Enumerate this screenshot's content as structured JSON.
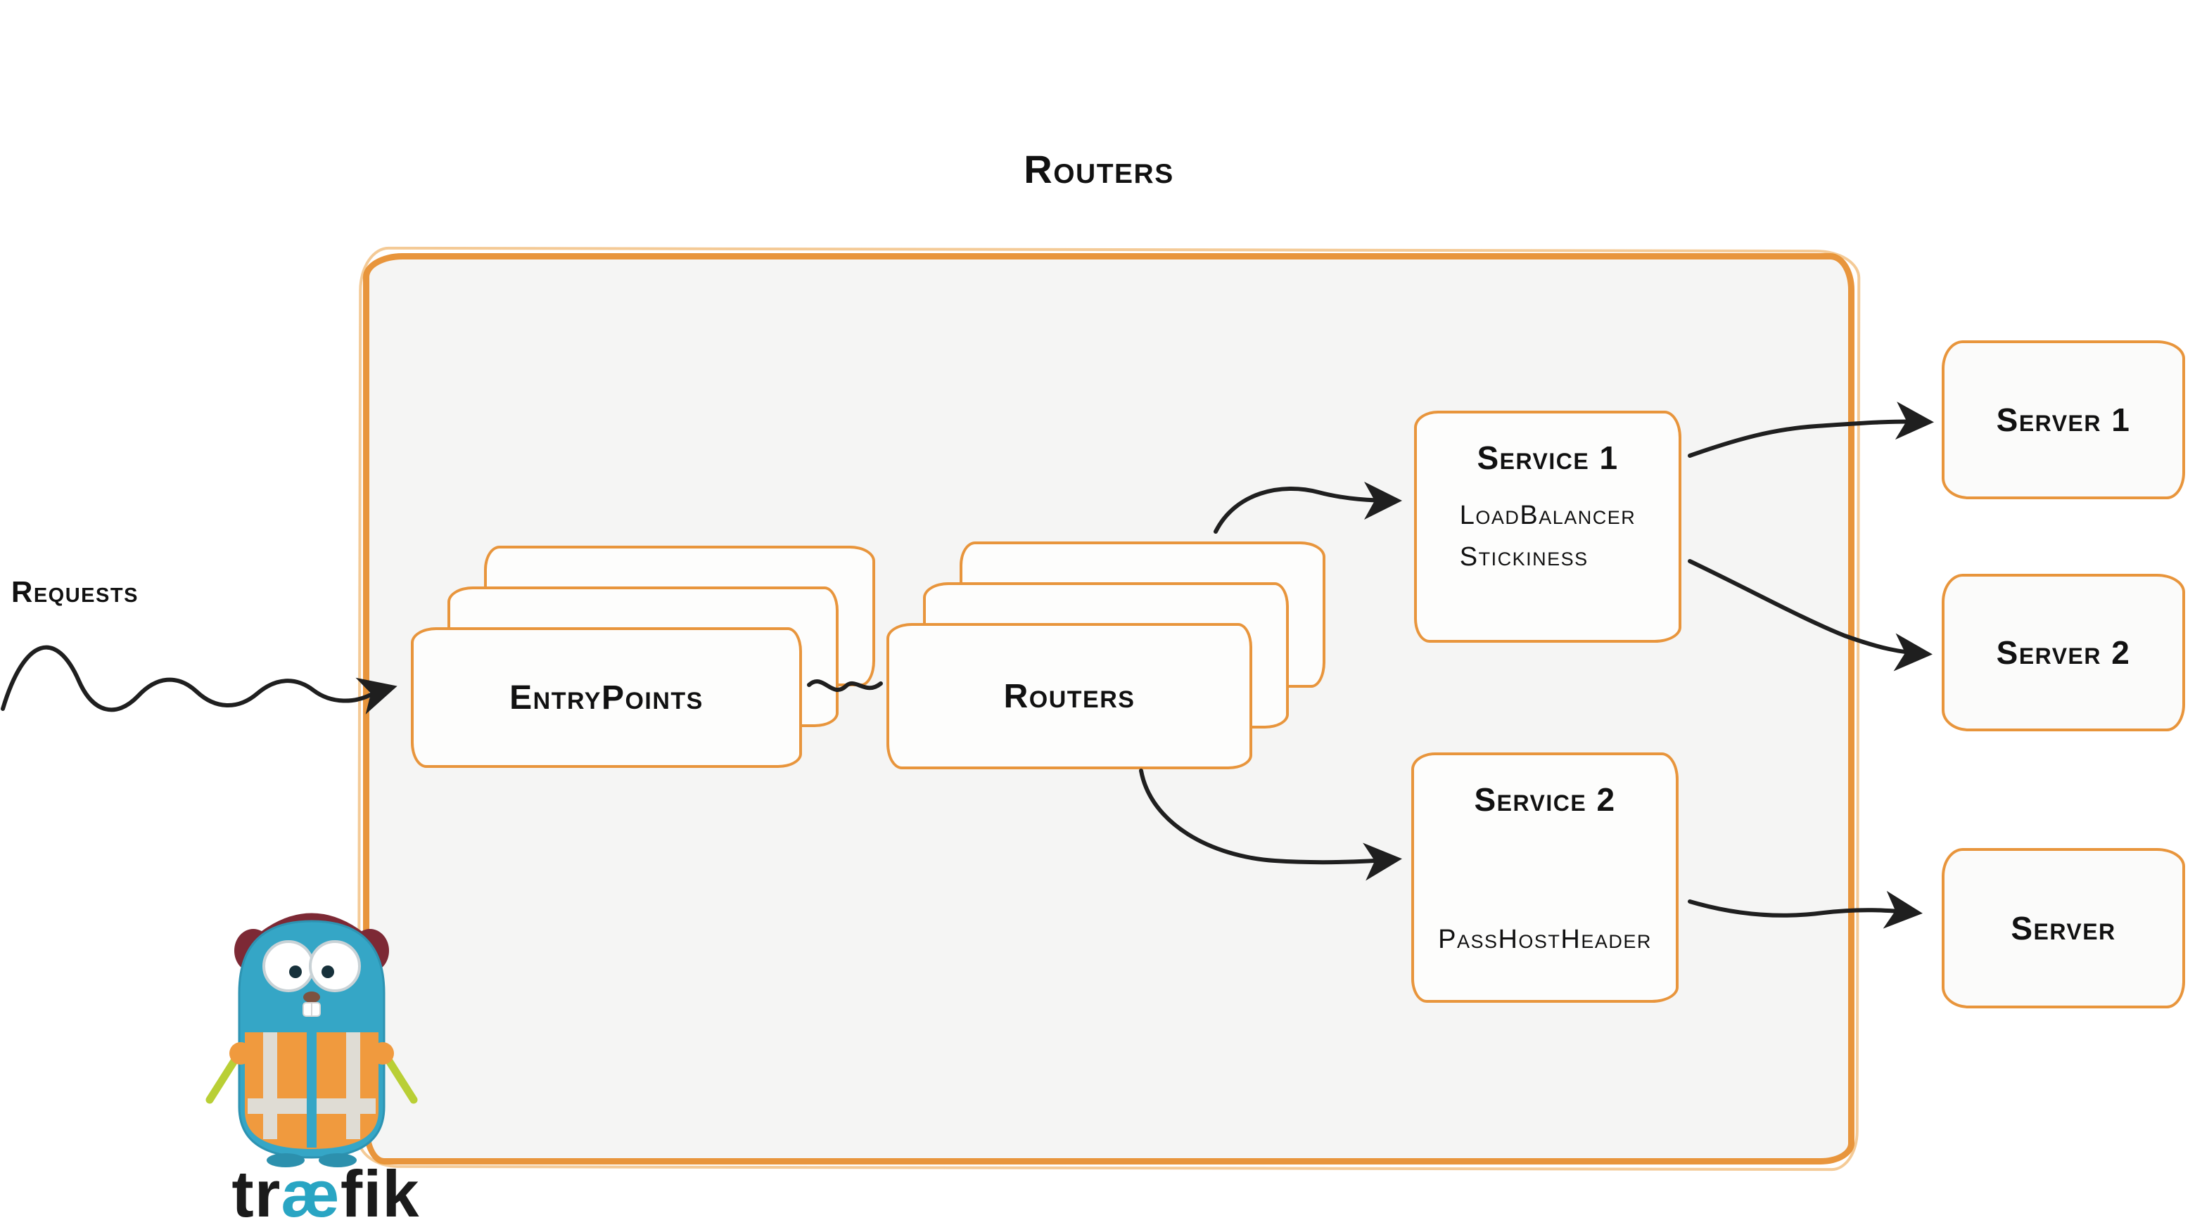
{
  "title": "Routers",
  "requests_label": "Requests",
  "entrypoints": {
    "label": "EntryPoints"
  },
  "routers": {
    "label": "Routers"
  },
  "services": [
    {
      "title": "Service 1",
      "features": [
        "LoadBalancer",
        "Stickiness"
      ]
    },
    {
      "title": "Service 2",
      "features": [
        "PassHostHeader"
      ]
    }
  ],
  "servers": [
    {
      "label": "Server 1"
    },
    {
      "label": "Server 2"
    },
    {
      "label": "Server"
    }
  ],
  "logo": {
    "pre": "tr",
    "ae": "æ",
    "post": "fik"
  },
  "edges": [
    {
      "from": "Requests",
      "to": "EntryPoints"
    },
    {
      "from": "EntryPoints",
      "to": "Routers"
    },
    {
      "from": "Routers",
      "to": "Service 1"
    },
    {
      "from": "Routers",
      "to": "Service 2"
    },
    {
      "from": "Service 1",
      "to": "Server 1"
    },
    {
      "from": "Service 1",
      "to": "Server 2"
    },
    {
      "from": "Service 2",
      "to": "Server"
    }
  ],
  "colors": {
    "orange": "#e8953c",
    "panel_fill": "#f5f5f4",
    "card_fill": "#fdfdfc",
    "arrow": "#1f1f1f",
    "teal": "#29a5c3",
    "text": "#111111"
  }
}
